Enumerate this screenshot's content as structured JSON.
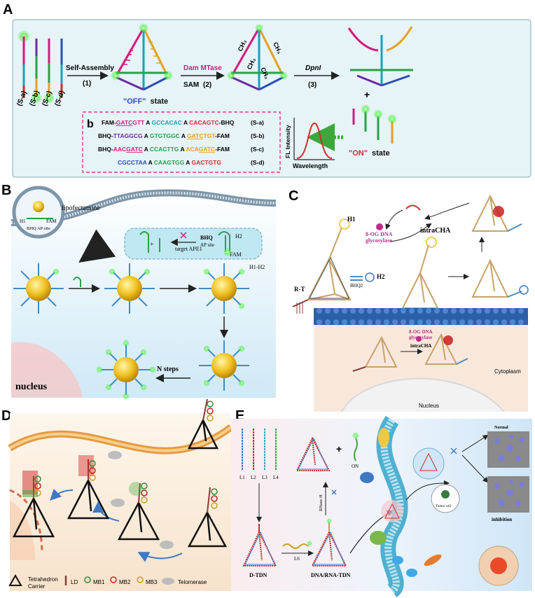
{
  "panels": {
    "A": {
      "letter": "A",
      "strand_labels": [
        "(S-a)",
        "(S-b)",
        "(S-c)",
        "(S-d)"
      ],
      "step1_label": "Self-Assembly",
      "step1_num": "(1)",
      "off_word": "\"OFF\"",
      "state_word": "state",
      "step2_label": "Dam MTase",
      "step2_sub": "SAM",
      "step2_num": "(2)",
      "methyl": "CH₃",
      "step3_label": "DpnI",
      "step3_num": "(3)",
      "plus": "+",
      "on_word": "\"ON\"",
      "on_state": "state",
      "inset_letter": "b",
      "seq_a": {
        "p1": "FAM-",
        "p2": "GATC",
        "p3": "GTT",
        "p4": " A ",
        "p5": "GCCACAC",
        "p6": " A ",
        "p7": "CACAGTC",
        "p8": "-BHQ",
        "tag": "(S-a)"
      },
      "seq_b": {
        "p1": "BHQ-",
        "p2": "TTAGGCG",
        "p3": " A ",
        "p4": "GTGTGGC",
        "p5": " A ",
        "p6": "GATC",
        "p7": "TGT",
        "p8": "-FAM",
        "tag": "(S-b)"
      },
      "seq_c": {
        "p1": "BHQ-",
        "p2": "AAC",
        "p3": "GATC",
        "p4": " A ",
        "p5": "CCACTTG",
        "p6": " A ",
        "p7": "ACA",
        "p8": "GATC",
        "p9": "-FAM",
        "tag": "(S-c)"
      },
      "seq_d": {
        "p1": "CGCCTAA",
        "p2": " A ",
        "p3": "CAAGTGG",
        "p4": " A ",
        "p5": "GACTGTG",
        "tag": "(S-d)"
      },
      "fl_label": "FL Intensity",
      "wavelength": "Wavelength"
    },
    "B": {
      "letter": "B",
      "lipofectamine": "lipofectamine",
      "h1": "H1",
      "fam": "FAM",
      "bhq_ap": "BHQ AP site",
      "target": "target APE1",
      "bhq": "BHQ",
      "ap_site": "AP site",
      "h2": "H2",
      "fam2": "FAM",
      "h1h2": "H1-H2",
      "nsteps": "N steps",
      "nucleus": "nucleus"
    },
    "C": {
      "letter": "C",
      "h1": "H1",
      "enzyme1": "8-OG DNA",
      "enzyme2": "glycosylase",
      "intracha": "intraCHA",
      "rt": "R-T",
      "bhq2": "BHQ2",
      "h2": "H2",
      "cytoplasm": "Cytoplasm",
      "nucleus": "Nucleus",
      "enzyme1b": "8-OG DNA",
      "enzyme2b": "glycosylase",
      "intracha2": "intraCHA"
    },
    "D": {
      "letter": "D",
      "legend": {
        "tetra": "Tetrahedron",
        "carrier": "Carrier",
        "ld": "LD",
        "mb1": "MB1",
        "mb2": "MB2",
        "mb3": "MB3",
        "telomerase": "Telomerase"
      }
    },
    "E": {
      "letter": "E",
      "strands": [
        "L1",
        "L2",
        "L3",
        "L4"
      ],
      "on": "ON",
      "rnase": "RNase H",
      "dtdn": "D-TDN",
      "l6": "L6",
      "drtdn": "DNA/RNA-TDN",
      "normal": "Normal",
      "inhibition": "inhibition",
      "cell_label": "Tumor cell"
    }
  },
  "colors": {
    "panel_a_bg": "#e6f3f7",
    "magenta": "#d6197c",
    "green": "#2aa04a",
    "blue": "#2a4fb4",
    "cyan": "#18a2b8",
    "orange": "#e8a020",
    "red": "#d42a2a",
    "purple": "#6a2ca0"
  }
}
